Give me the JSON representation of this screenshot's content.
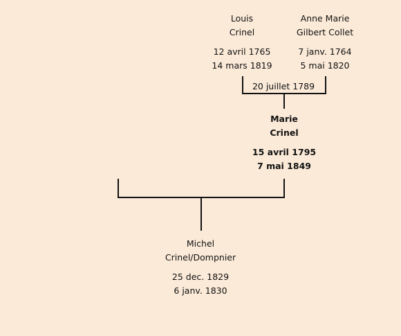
{
  "colors": {
    "background": "#fbead8",
    "line": "#111111",
    "text": "#111111"
  },
  "father": {
    "first_name": "Louis",
    "last_name": "Crinel",
    "birth": "12 avril 1765",
    "death": "14 mars 1819"
  },
  "mother": {
    "first_name": "Anne Marie",
    "last_name": "Gilbert Collet",
    "birth": "7 janv. 1764",
    "death": "5 mai 1820"
  },
  "parents_marriage": "20 juillet 1789",
  "subject": {
    "first_name": "Marie",
    "last_name": "Crinel",
    "birth": "15 avril 1795",
    "death": "7 mai 1849"
  },
  "child": {
    "first_name": "Michel",
    "last_name": "Crinel/Dompnier",
    "birth": "25 dec. 1829",
    "death": "6 janv. 1830"
  }
}
